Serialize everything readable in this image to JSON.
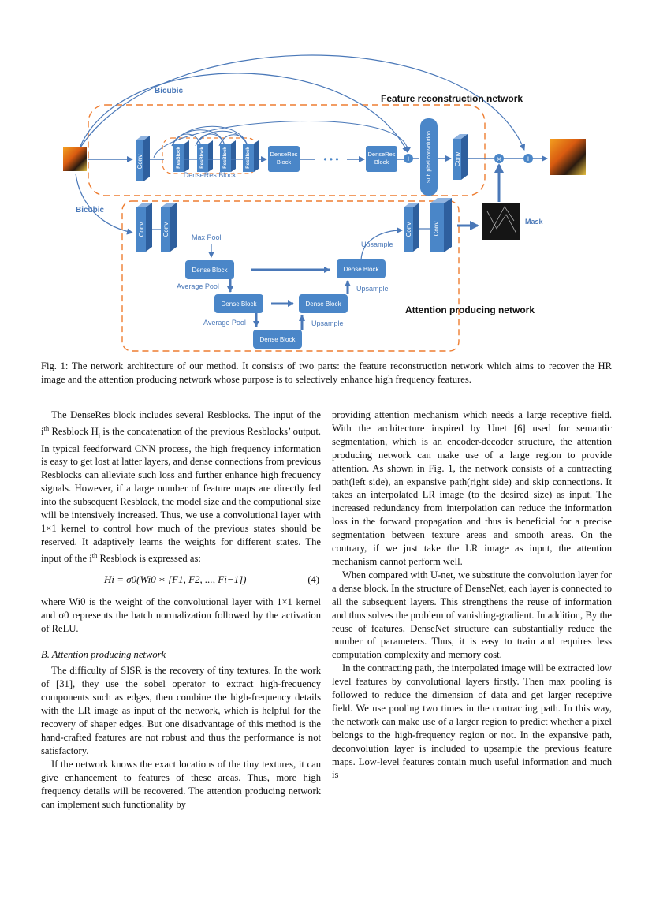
{
  "figure": {
    "bicubic_top": "Bicubic",
    "bicubic_left": "Bicubic",
    "feature_net_title": "Feature reconstruction network",
    "attention_net_title": "Attention producing network",
    "conv": "Conv",
    "resblock": "ResBlock",
    "denseres_block": "DenseRes Block",
    "denseres_block_line1": "DenseRes",
    "denseres_block_line2": "Block",
    "sub_pixel": "Sub pixel convolution",
    "mask": "Mask",
    "max_pool": "Max Pool",
    "average_pool": "Average Pool",
    "upsample": "Upsample",
    "dense_block": "Dense Block",
    "dots": "• • •",
    "plus": "+",
    "times": "×"
  },
  "caption": "Fig. 1: The network architecture of our method. It consists of two parts: the feature reconstruction network which aims to recover the HR image and the attention producing network whose purpose is to selectively enhance high frequency features.",
  "left_column": {
    "p1_a": "The DenseRes block includes several Resblocks. The input of the i",
    "p1_sup1": "th",
    "p1_b": " Resblock H",
    "p1_sub1": "i",
    "p1_c": " is the concatenation of the previous Resblocks’ output. In typical feedforward CNN process, the high frequency information is easy to get lost at latter layers, and dense connections from previous Resblocks can alleviate such loss and further enhance high frequency signals. However, if a large number of feature maps are directly fed into the subsequent Resblock, the model size and the computional size will be intensively increased. Thus, we use a convolutional layer with 1×1 kernel to control how much of the previous states should be reserved. It adaptively learns the weights for different states. The input of the i",
    "p1_sup2": "th",
    "p1_d": " Resblock is expressed as:",
    "equation": "Hi = σ0(Wi0 ∗ [F1, F2, ..., Fi−1])",
    "equation_number": "(4)",
    "p2": "where Wi0 is the weight of the convolutional layer with 1×1 kernel and σ0 represents the batch normalization followed by the activation of ReLU.",
    "section_heading": "B. Attention producing network",
    "p3": "The difficulty of SISR is the recovery of tiny textures. In the work of [31], they use the sobel operator to extract high-frequency components such as edges, then combine the high-frequency details with the LR image as input of the network, which is helpful for the recovery of shaper edges. But one disadvantage of this method is the hand-crafted features are not robust and thus the performance is not satisfactory.",
    "p4": "If the network knows the exact locations of the tiny textures, it can give enhancement to features of these areas. Thus, more high frequency details will be recovered. The attention producing network can implement such functionality by"
  },
  "right_column": {
    "p1": "providing attention mechanism which needs a large receptive field. With the architecture inspired by Unet [6] used for semantic segmentation, which is an encoder-decoder structure, the attention producing network can make use of a large region to provide attention. As shown in Fig. 1, the network consists of a contracting path(left side), an expansive path(right side) and skip connections. It takes an interpolated LR image (to the desired size) as input. The increased redundancy from interpolation can reduce the information loss in the forward propagation and thus is beneficial for a precise segmentation between texture areas and smooth areas. On the contrary, if we just take the LR image as input, the attention mechanism cannot perform well.",
    "p2": "When compared with U-net, we substitute the convolution layer for a dense block. In the structure of DenseNet, each layer is connected to all the subsequent layers. This strengthens the reuse of information and thus solves the problem of vanishing-gradient. In addition, By the reuse of features, DenseNet structure can substantially reduce the number of parameters. Thus, it is easy to train and requires less computation complexity and memory cost.",
    "p3": "In the contracting path, the interpolated image will be extracted low level features by convolutional layers firstly. Then max pooling is followed to reduce the dimension of data and get larger receptive field. We use pooling two times in the contracting path. In this way, the network can make use of a larger region to predict whether a pixel belongs to the high-frequency region or not. In the expansive path, deconvolution layer is included to upsample the previous feature maps. Low-level features contain much useful information and much is"
  }
}
